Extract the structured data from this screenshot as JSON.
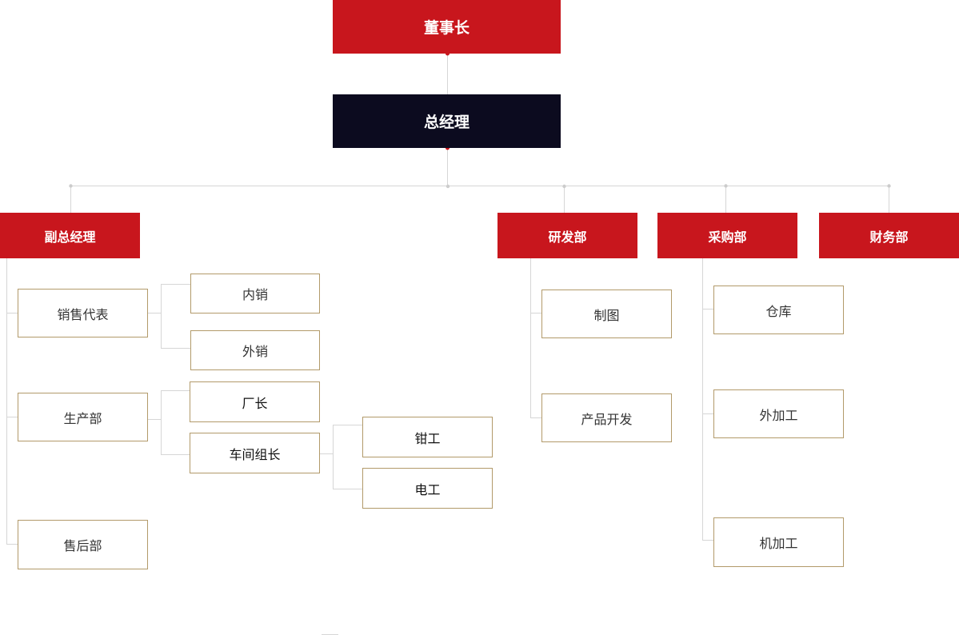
{
  "chairman": "董事长",
  "general_manager": "总经理",
  "departments": {
    "vice_gm": "副总经理",
    "rd": "研发部",
    "purchasing": "采购部",
    "finance": "财务部"
  },
  "vice_gm_units": {
    "sales_rep": "销售代表",
    "domestic_sales": "内销",
    "export_sales": "外销",
    "production": "生产部",
    "factory_director": "厂长",
    "workshop_leader": "车间组长",
    "fitter": "钳工",
    "electrician": "电工",
    "after_sales": "售后部"
  },
  "rd_units": {
    "drafting": "制图",
    "product_development": "产品开发"
  },
  "purchasing_units": {
    "warehouse": "仓库",
    "outsourced_processing": "外加工",
    "machining": "机加工"
  },
  "colors": {
    "red": "#c8161d",
    "dark": "#0c0b1f",
    "box_border": "#b29a6a",
    "line": "#d6d6d6"
  }
}
